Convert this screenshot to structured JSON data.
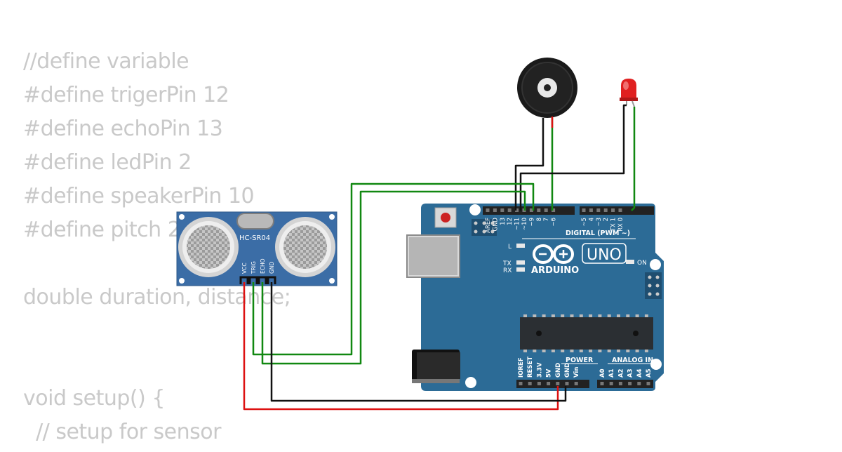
{
  "code_lines": [
    "//define variable",
    "#define trigerPin 12",
    "#define echoPin 13",
    "#define ledPin 2",
    "#define speakerPin 10",
    "#define pitch 2",
    "",
    "double duration, distance;",
    "",
    "",
    "void setup() {",
    "  // setup for sensor"
  ],
  "sensor": {
    "model": "HC-SR04",
    "pins": [
      "VCC",
      "TRIG",
      "ECHO",
      "GND"
    ]
  },
  "arduino": {
    "brand": "ARDUINO",
    "model": "UNO",
    "digital_header": "DIGITAL (PWM ~)",
    "top_pins": [
      "AREF",
      "GND",
      "13",
      "12",
      "~11",
      "~10",
      "~9",
      "8",
      "7",
      "~6",
      "~5",
      "4",
      "~3",
      "2",
      "TX 1",
      "RX 0"
    ],
    "power_label": "POWER",
    "power_pins": [
      "IOREF",
      "RESET",
      "3.3V",
      "5V",
      "GND",
      "GND",
      "Vin"
    ],
    "analog_label": "ANALOG IN",
    "analog_pins": [
      "A0",
      "A1",
      "A2",
      "A3",
      "A4",
      "A5"
    ],
    "led_l": "L",
    "led_tx": "TX",
    "led_rx": "RX",
    "led_on": "ON"
  },
  "colors": {
    "board": "#2c6b96",
    "sensor": "#3b6da6",
    "wire_green": "#118811",
    "wire_black": "#111111",
    "wire_red": "#dd1111",
    "code_text": "#c9c9c9"
  }
}
